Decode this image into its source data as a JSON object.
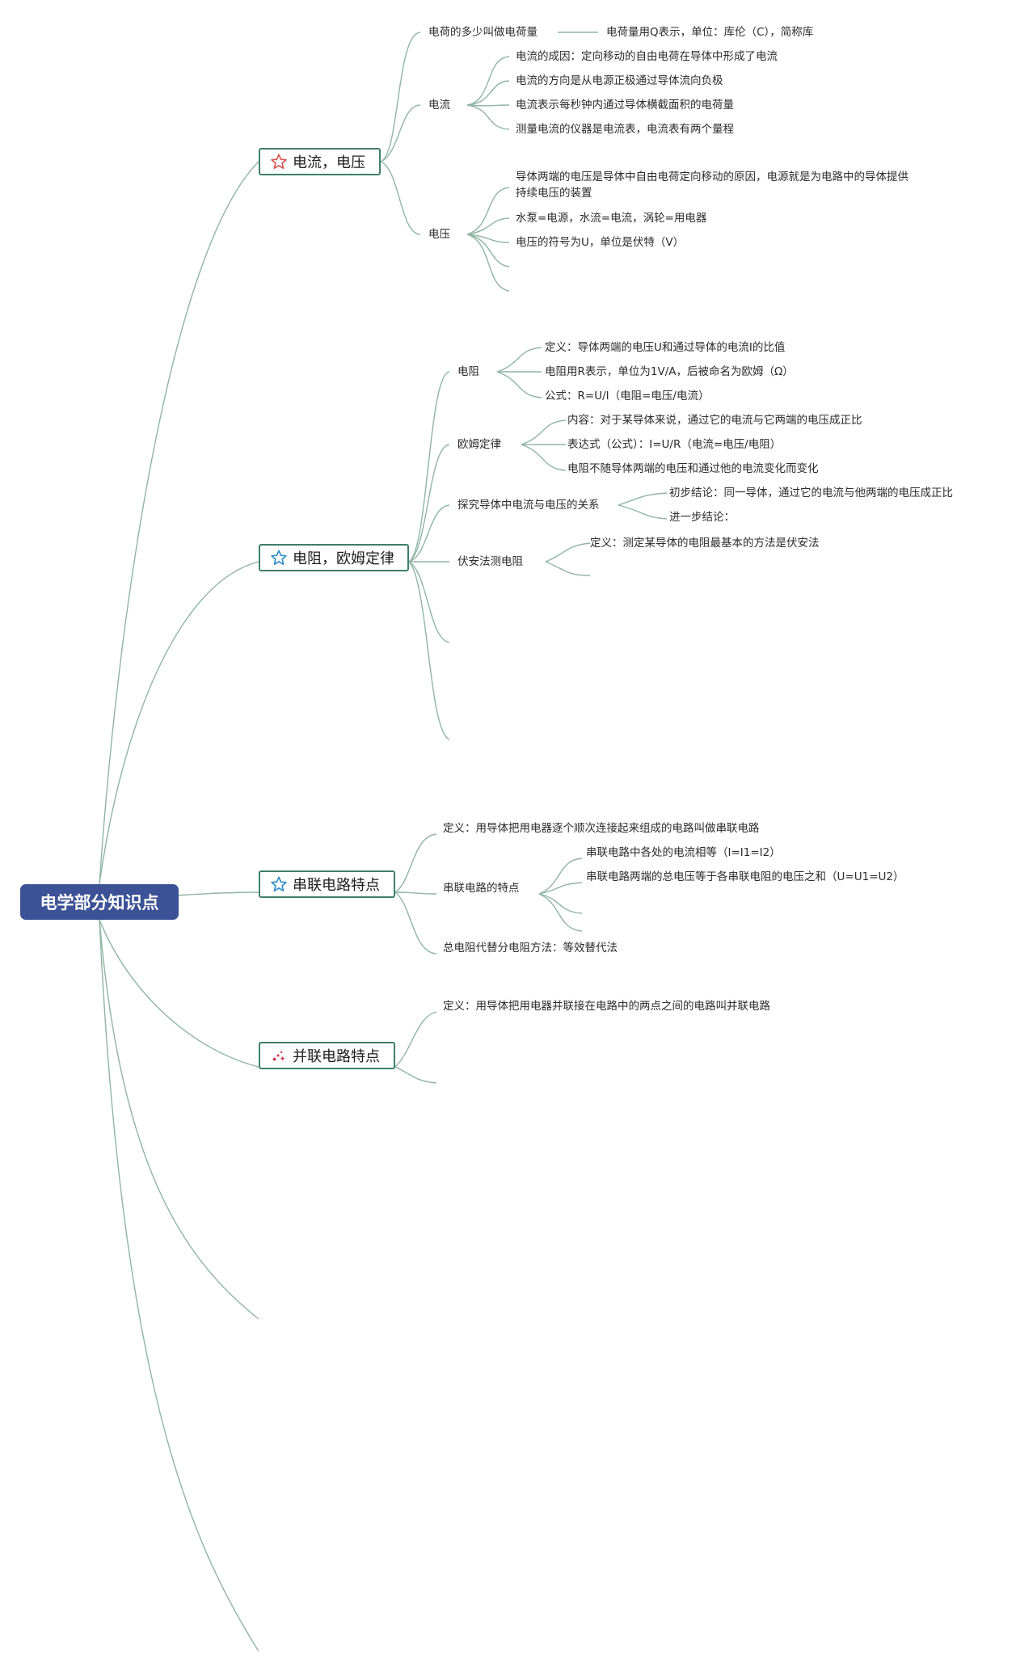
{
  "root": {
    "label": "电学部分知识点"
  },
  "colors": {
    "root_bg": "#3d5296",
    "topic_border": "#3e7f6a",
    "link": "#8fb5a3",
    "star_red": "#d9534f",
    "star_blue": "#2f8ec9",
    "spark_red": "#d0304e"
  },
  "topics": [
    {
      "label": "电流，电压",
      "icon": "star-red-icon",
      "children": [
        {
          "label": "电荷的多少叫做电荷量",
          "children": [
            {
              "label": "电荷量用Q表示，单位：库伦（C），简称库"
            }
          ]
        },
        {
          "label": "电流",
          "children": [
            {
              "label": "电流的成因：定向移动的自由电荷在导体中形成了电流"
            },
            {
              "label": "电流的方向是从电源正极通过导体流向负极"
            },
            {
              "label": "电流表示每秒钟内通过导体横截面积的电荷量"
            },
            {
              "label": "测量电流的仪器是电流表，电流表有两个量程"
            }
          ]
        },
        {
          "label": "电压",
          "children": [
            {
              "label": "导体两端的电压是导体中自由电荷定向移动的原因，电源就是为电路中的导体提供持续电压的装置"
            },
            {
              "label": "水泵=电源，水流=电流，涡轮=用电器"
            },
            {
              "label": "电压的符号为U，单位是伏特（V）"
            }
          ]
        }
      ]
    },
    {
      "label": "电阻，欧姆定律",
      "icon": "star-blue-icon",
      "children": [
        {
          "label": "电阻",
          "children": [
            {
              "label": "定义：导体两端的电压U和通过导体的电流I的比值"
            },
            {
              "label": "电阻用R表示，单位为1V/A，后被命名为欧姆（Ω）"
            },
            {
              "label": "公式：R=U/I（电阻=电压/电流）"
            }
          ]
        },
        {
          "label": "欧姆定律",
          "children": [
            {
              "label": "内容：对于某导体来说，通过它的电流与它两端的电压成正比"
            },
            {
              "label": "表达式（公式）：I=U/R（电流=电压/电阻）"
            },
            {
              "label": "电阻不随导体两端的电压和通过他的电流变化而变化"
            }
          ]
        },
        {
          "label": "探究导体中电流与电压的关系",
          "children": [
            {
              "label": "初步结论：同一导体，通过它的电流与他两端的电压成正比"
            },
            {
              "label": "进一步结论："
            }
          ]
        },
        {
          "label": "伏安法测电阻",
          "children": [
            {
              "label": "定义：测定某导体的电阻最基本的方法是伏安法"
            }
          ]
        }
      ]
    },
    {
      "label": "串联电路特点",
      "icon": "star-blue-icon",
      "children": [
        {
          "label": "定义：用导体把用电器逐个顺次连接起来组成的电路叫做串联电路"
        },
        {
          "label": "串联电路的特点",
          "children": [
            {
              "label": "串联电路中各处的电流相等（I=I1=I2）"
            },
            {
              "label": "串联电路两端的总电压等于各串联电阻的电压之和（U=U1=U2）"
            }
          ]
        },
        {
          "label": "总电阻代替分电阻方法：等效替代法"
        }
      ]
    },
    {
      "label": "并联电路特点",
      "icon": "sparkle-icon",
      "children": [
        {
          "label": "定义：用导体把用电器并联接在电路中的两点之间的电路叫并联电路"
        }
      ]
    }
  ]
}
